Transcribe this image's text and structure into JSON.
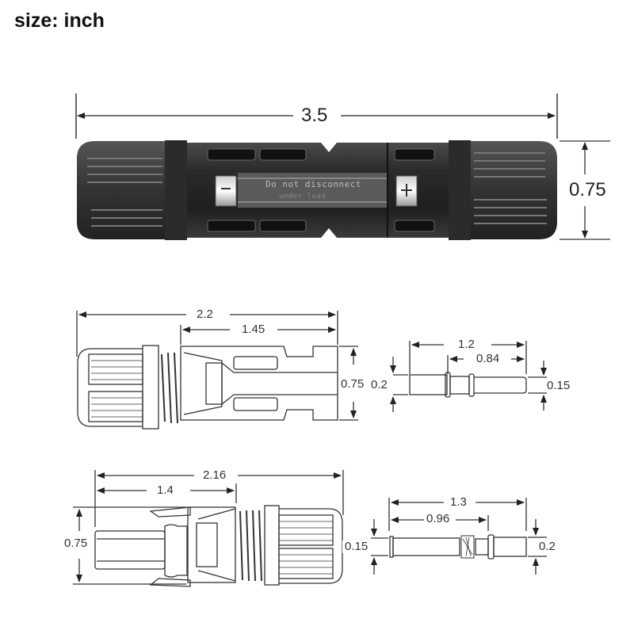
{
  "title": "size: inch",
  "assembled": {
    "length": "3.5",
    "diameter": "0.75",
    "engraving_line1": "Do not disconnect",
    "engraving_line2": "under load"
  },
  "female_connector": {
    "overall_length": "2.2",
    "body_length": "1.45",
    "diameter": "0.75"
  },
  "female_pin": {
    "overall_length": "1.2",
    "tip_length": "0.84",
    "barrel_diameter": "0.2",
    "tip_diameter": "0.15"
  },
  "male_connector": {
    "overall_length": "2.16",
    "body_length": "1.4",
    "diameter": "0.75"
  },
  "male_pin": {
    "overall_length": "1.3",
    "shaft_length": "0.96",
    "shaft_diameter": "0.15",
    "barrel_diameter": "0.2"
  }
}
